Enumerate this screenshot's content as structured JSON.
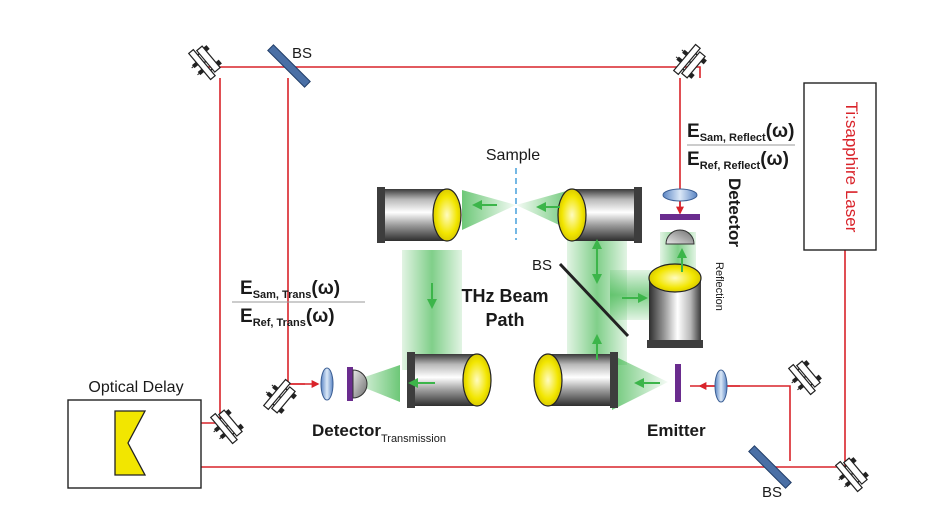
{
  "labels": {
    "bs_top": "BS",
    "bs_middle": "BS",
    "bs_bottom": "BS",
    "sample": "Sample",
    "thz_line1": "THz Beam",
    "thz_line2": "Path",
    "laser": "Ti:sapphire Laser",
    "optical_delay": "Optical Delay",
    "emitter": "Emitter",
    "detector_trans_main": "Detector",
    "detector_trans_sub": "Transmission",
    "detector_refl_main": "Detector",
    "detector_refl_sub": "Reflection"
  },
  "ratio_reflect": {
    "num_main": "E",
    "num_sub": "Sam, Reflect",
    "num_tail": "(ω)",
    "den_main": "E",
    "den_sub": "Ref, Reflect",
    "den_tail": "(ω)"
  },
  "ratio_trans": {
    "num_main": "E",
    "num_sub": "Sam, Trans",
    "num_tail": "(ω)",
    "den_main": "E",
    "den_sub": "Ref, Trans",
    "den_tail": "(ω)"
  },
  "colors": {
    "laser_beam": "#d9232a",
    "thz_beam": "#3cb54a",
    "mirror_body": "#555555",
    "parabolic_face": "#f2e600",
    "beamsplitter": "#4a6fa5",
    "crystal": "#6a2c8e",
    "lens": "#7da7d9",
    "corner_cube": "#f2e600"
  }
}
